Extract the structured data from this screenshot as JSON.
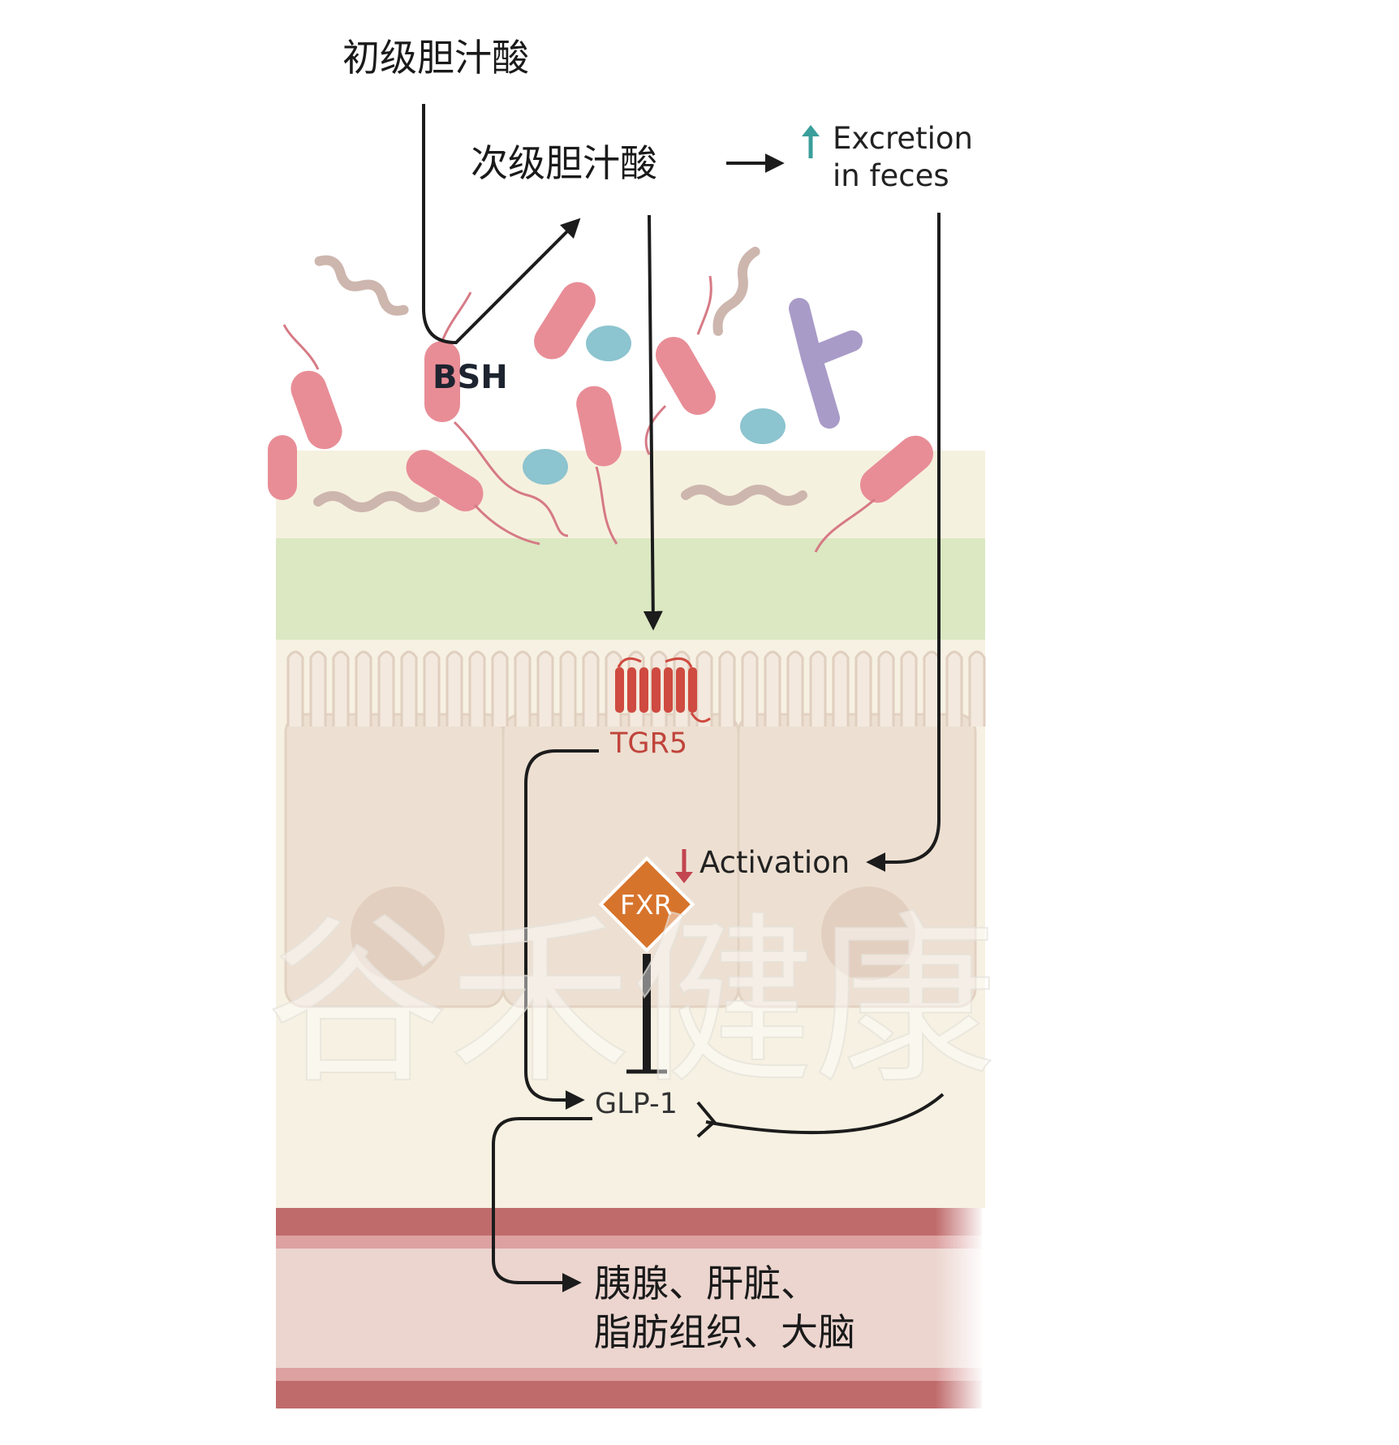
{
  "labels": {
    "primary_bile_acid": "初级胆汁酸",
    "secondary_bile_acid": "次级胆汁酸",
    "excretion_line1": "Excretion",
    "excretion_line2": "in feces",
    "bsh": "BSH",
    "tgr5": "TGR5",
    "activation": "Activation",
    "fxr": "FXR",
    "glp1": "GLP-1",
    "targets_line1": "胰腺、肝脏、",
    "targets_line2": "脂肪组织、大脑"
  },
  "watermark": "谷禾健康",
  "colors": {
    "bacteria_rod": "#e88d96",
    "bacteria_sphere": "#8cc4cf",
    "spirochete": "#cdb6ae",
    "y_shape": "#a99bc8",
    "mucus_green": "#dbe8c2",
    "mucus_cream": "#f5f1df",
    "cell_body": "#ede0d2",
    "tgr5_red": "#cf4a40",
    "fxr_orange": "#d7742c",
    "up_arrow_teal": "#3a9e9b",
    "down_arrow_red": "#c24550",
    "vessel_wall": "#c06b6b",
    "vessel_lumen": "#ecd5cf"
  }
}
